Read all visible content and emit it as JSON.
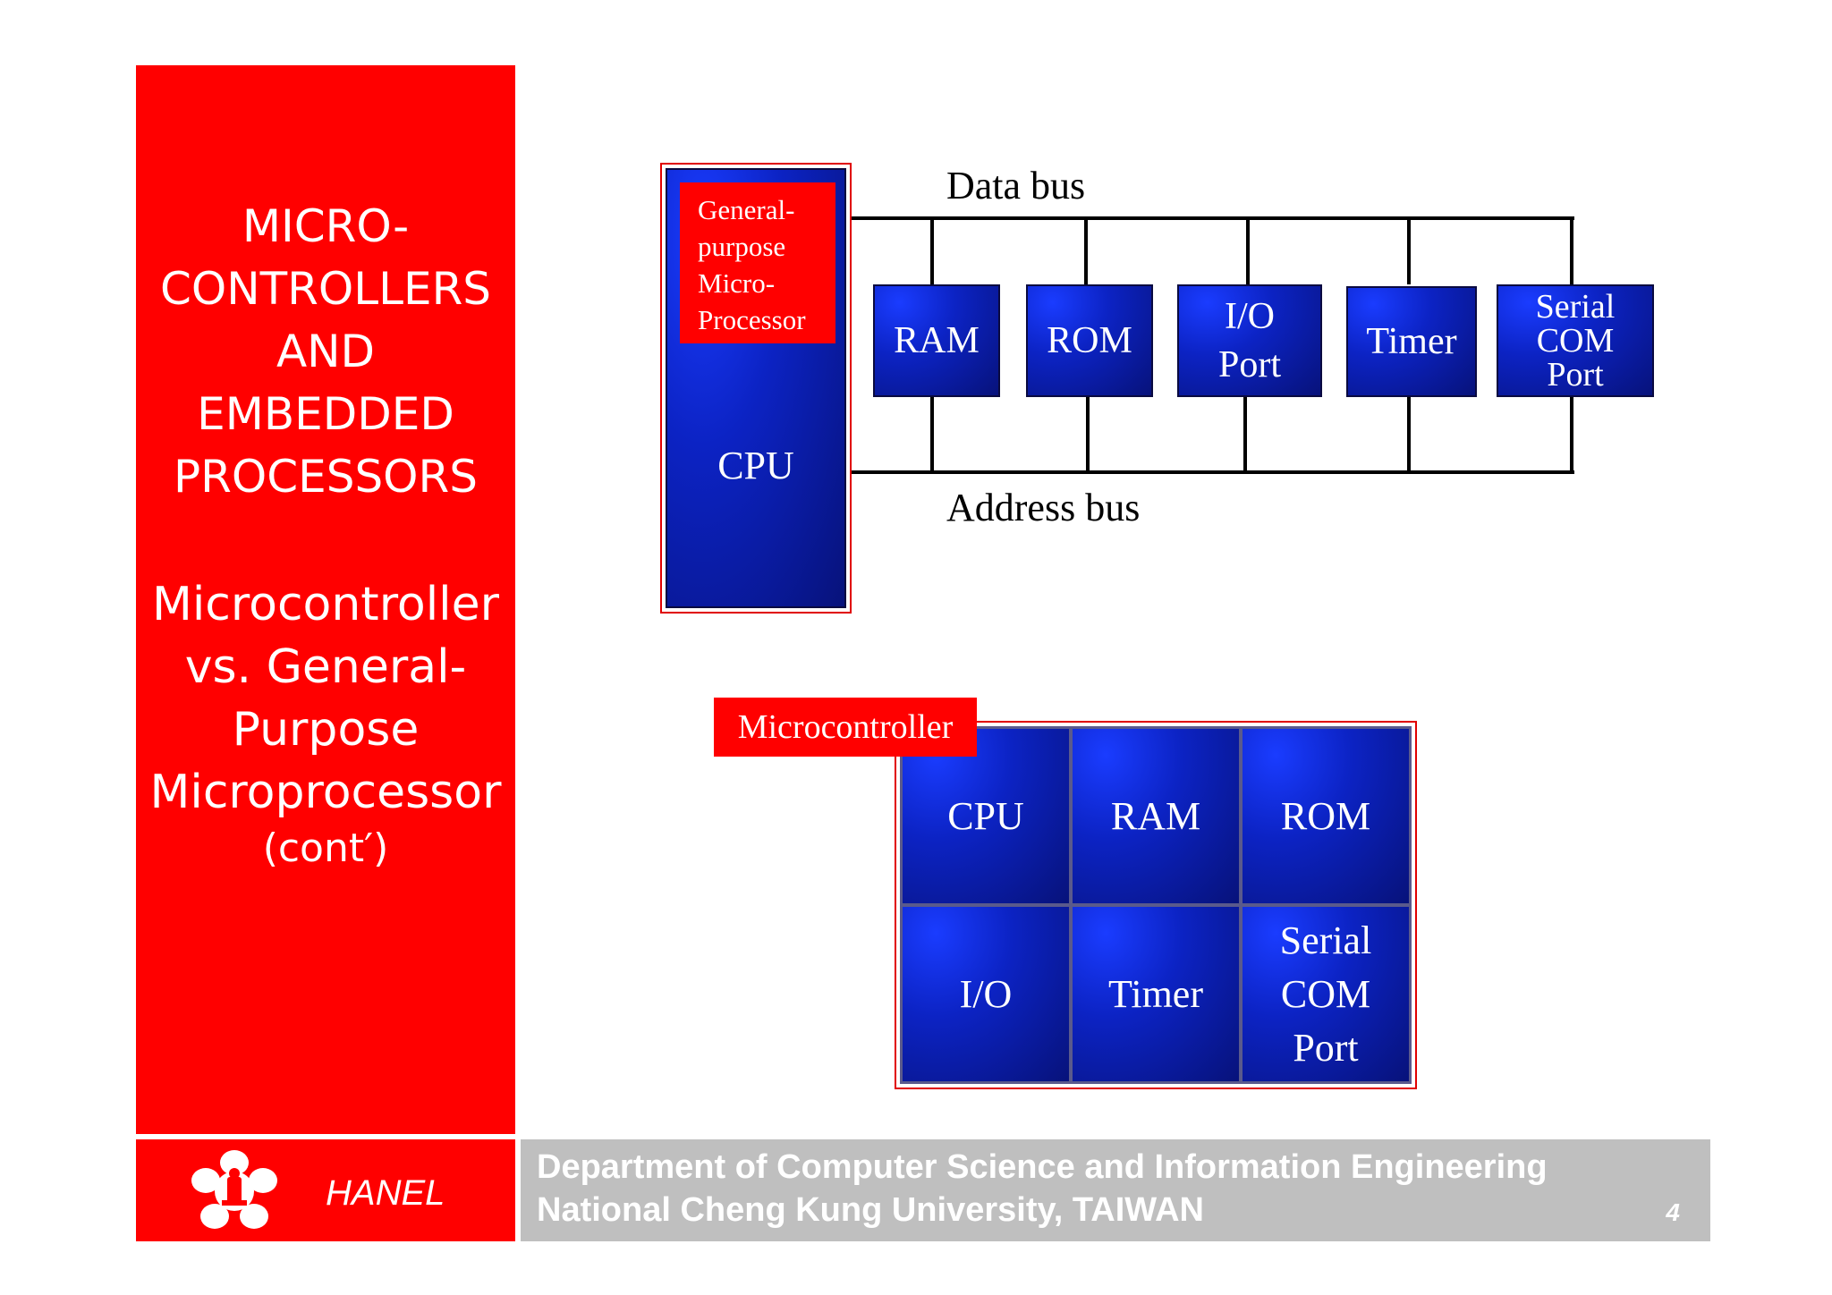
{
  "sidebar": {
    "title_lines": [
      "MICRO-",
      "CONTROLLERS",
      "AND",
      "EMBEDDED",
      "PROCESSORS"
    ],
    "subtitle_lines": [
      "Microcontroller",
      "vs. General-",
      "Purpose",
      "Microprocessor"
    ],
    "subtitle_suffix": "(cont′)"
  },
  "top_diagram": {
    "cpu_inner_lines": [
      "General-",
      "purpose",
      "Micro-",
      "Processor"
    ],
    "cpu_label": "CPU",
    "data_bus_label": "Data bus",
    "address_bus_label": "Address bus",
    "peripherals": [
      {
        "lines": [
          "RAM"
        ]
      },
      {
        "lines": [
          "ROM"
        ]
      },
      {
        "lines": [
          "I/O",
          "Port"
        ]
      },
      {
        "lines": [
          "Timer"
        ]
      },
      {
        "lines": [
          "Serial",
          "COM",
          "Port"
        ]
      }
    ]
  },
  "bottom_diagram": {
    "tag_label": "Microcontroller",
    "cells": [
      {
        "lines": [
          "CPU"
        ]
      },
      {
        "lines": [
          "RAM"
        ]
      },
      {
        "lines": [
          "ROM"
        ]
      },
      {
        "lines": [
          "I/O"
        ]
      },
      {
        "lines": [
          "Timer"
        ]
      },
      {
        "lines": [
          "Serial",
          "COM",
          "Port"
        ]
      }
    ]
  },
  "footer": {
    "brand": "HANEL",
    "department": "Department of Computer Science and Information Engineering",
    "university": "National Cheng Kung University, TAIWAN",
    "page_number": "4"
  },
  "colors": {
    "sidebar_red": "#ff0000",
    "footer_gray": "#bfbfbf",
    "box_blue": "#0c23c4",
    "bus_line": "#000000"
  }
}
